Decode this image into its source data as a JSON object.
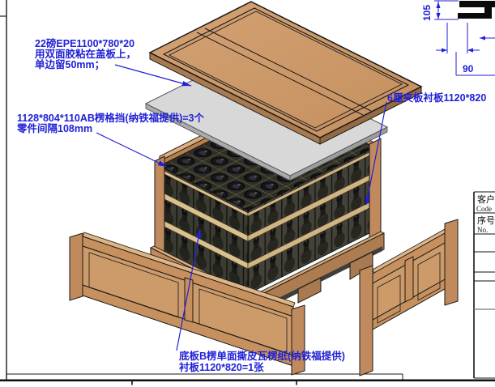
{
  "drawing_title": "wooden crate packing exploded view",
  "annotations": {
    "epe_note": {
      "lines": [
        "22磅EPE1100*780*20",
        "用双面胶粘在盖板上，",
        "单边留50mm；"
      ]
    },
    "grid_note": {
      "lines": [
        "1128*804*110AB楞格挡(纳铁福提供)=3个",
        "零件间隔108mm"
      ]
    },
    "liner_note": {
      "lines": [
        "6厘夹板衬板1120*820"
      ]
    },
    "bottom_note": {
      "lines": [
        "底板B楞单面撕皮瓦楞纸(纳铁福提供)",
        "衬板1120*820=1张"
      ]
    }
  },
  "dimensions": {
    "height": "105",
    "width": "90"
  },
  "title_block": {
    "customer_label": "客户",
    "customer_sublabel": "Code",
    "serial_label": "序号",
    "serial_sublabel": "No."
  },
  "colors": {
    "annotation_blue": "#2121d8",
    "wood_light": "#cf9c6e",
    "wood_mid": "#c08a5c",
    "wood_dark": "#a9794f",
    "foam_grey": "#d8d8d8",
    "divider_tan": "#d9c08f",
    "parts_dark": "#15151b"
  }
}
